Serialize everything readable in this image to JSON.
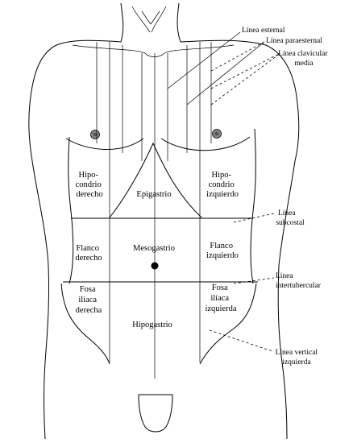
{
  "regions": {
    "hipocondrio_derecho": [
      "Hipo-",
      "condrio",
      "derecho"
    ],
    "epigastrio": [
      "Epigastrio"
    ],
    "hipocondrio_izquierdo": [
      "Hipo-",
      "condrio",
      "izquierdo"
    ],
    "flanco_derecho": [
      "Flanco",
      "derecho"
    ],
    "mesogastrio": [
      "Mesogastrio"
    ],
    "flanco_izquierdo": [
      "Flanco",
      "izquierdo"
    ],
    "fosa_iliaca_derecha": [
      "Fosa",
      "ilíaca",
      "derecha"
    ],
    "hipogastrio": [
      "Hipogastrio"
    ],
    "fosa_iliaca_izquierda": [
      "Fosa",
      "ilíaca",
      "izquierda"
    ]
  },
  "line_labels": {
    "linea_esternal": [
      "Línea esternal"
    ],
    "linea_paraesternal": [
      "Línea paraesternal"
    ],
    "linea_clavicular_media": [
      "Línea clavicular",
      "media"
    ],
    "linea_subcostal": [
      "Línea",
      "subcostal"
    ],
    "linea_intertubercular": [
      "Línea",
      "intertubercular"
    ],
    "linea_vertical_izquierda": [
      "Línea vertical",
      "izquierda"
    ]
  }
}
